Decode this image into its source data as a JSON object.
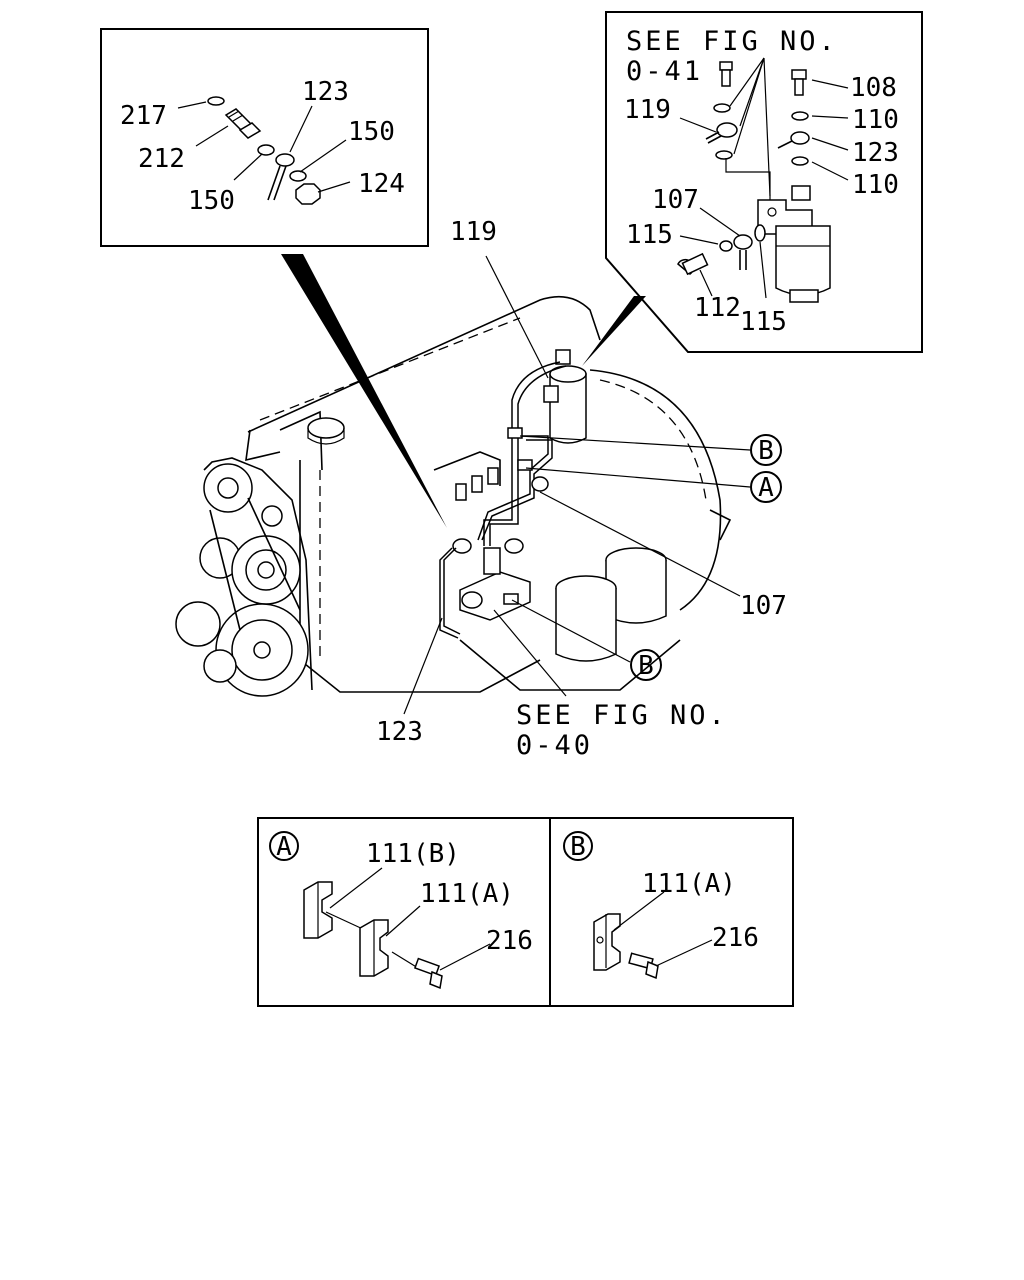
{
  "inset_sender": {
    "labels": {
      "p217": "217",
      "p212": "212",
      "p150a": "150",
      "p150b": "150",
      "p123": "123",
      "p124": "124"
    }
  },
  "inset_filter": {
    "see_line1": "SEE FIG NO.",
    "see_line2": "0-41",
    "labels": {
      "p119": "119",
      "p108": "108",
      "p110a": "110",
      "p123": "123",
      "p110b": "110",
      "p107": "107",
      "p115a": "115",
      "p112": "112",
      "p115b": "115"
    }
  },
  "main": {
    "labels": {
      "p119": "119",
      "p107": "107",
      "p123": "123"
    },
    "callouts": {
      "b_top": "B",
      "a": "A",
      "b_bottom": "B"
    },
    "see_line1": "SEE FIG NO.",
    "see_line2": "0-40"
  },
  "detail_a": {
    "tag": "A",
    "labels": {
      "p111b": "111(B)",
      "p111a": "111(A)",
      "p216": "216"
    }
  },
  "detail_b": {
    "tag": "B",
    "labels": {
      "p111a": "111(A)",
      "p216": "216"
    }
  }
}
